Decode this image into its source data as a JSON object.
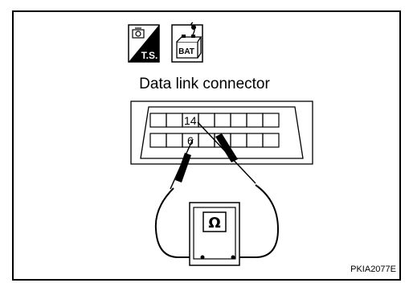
{
  "diagram": {
    "title": "Data link connector",
    "figure_code": "PKIA2077E",
    "icons": {
      "ts_label": "T.S.",
      "bat_label": "BAT"
    },
    "connector": {
      "pin_upper": "14",
      "pin_lower": "6"
    },
    "meter": {
      "symbol": "Ω",
      "icon": "ohmmeter-icon"
    }
  }
}
